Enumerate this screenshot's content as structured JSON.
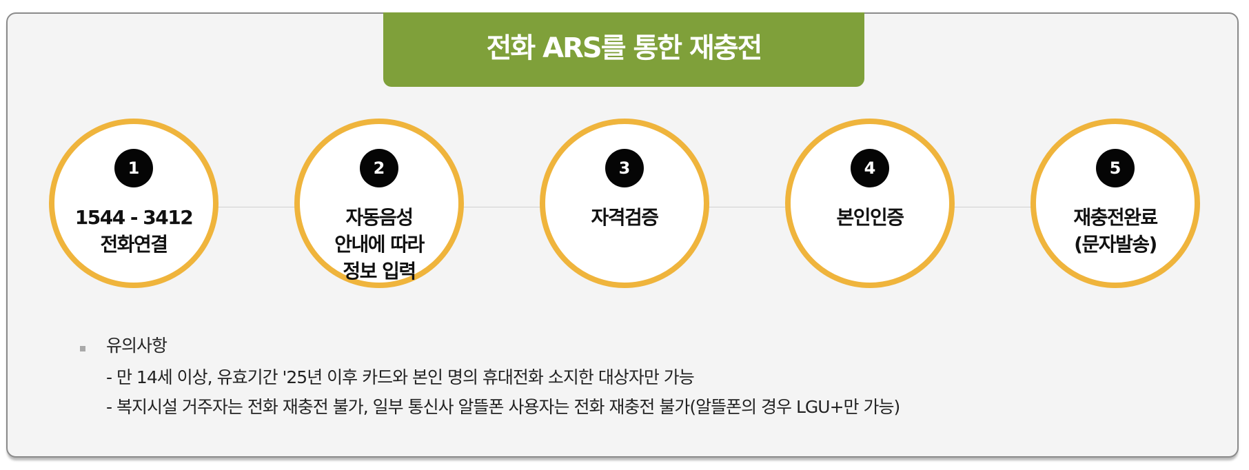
{
  "title": "전화 ARS를 통한 재충전",
  "steps": [
    {
      "number": "1",
      "label": "1544 - 3412\n전화연결"
    },
    {
      "number": "2",
      "label": "자동음성\n안내에 따라\n정보 입력"
    },
    {
      "number": "3",
      "label": "자격검증"
    },
    {
      "number": "4",
      "label": "본인인증"
    },
    {
      "number": "5",
      "label": "재충전완료\n(문자발송)"
    }
  ],
  "notes": {
    "title": "유의사항",
    "items": [
      "- 만 14세 이상, 유효기간 '25년 이후 카드와 본인 명의 휴대전화 소지한 대상자만 가능",
      "- 복지시설 거주자는 전화 재충전 불가, 일부 통신사 알뜰폰 사용자는 전화 재충전 불가(알뜰폰의 경우 LGU+만 가능)"
    ]
  },
  "colors": {
    "tab_green": "#7fa03a",
    "circle_border": "#efb43c",
    "number_badge": "#050505"
  }
}
